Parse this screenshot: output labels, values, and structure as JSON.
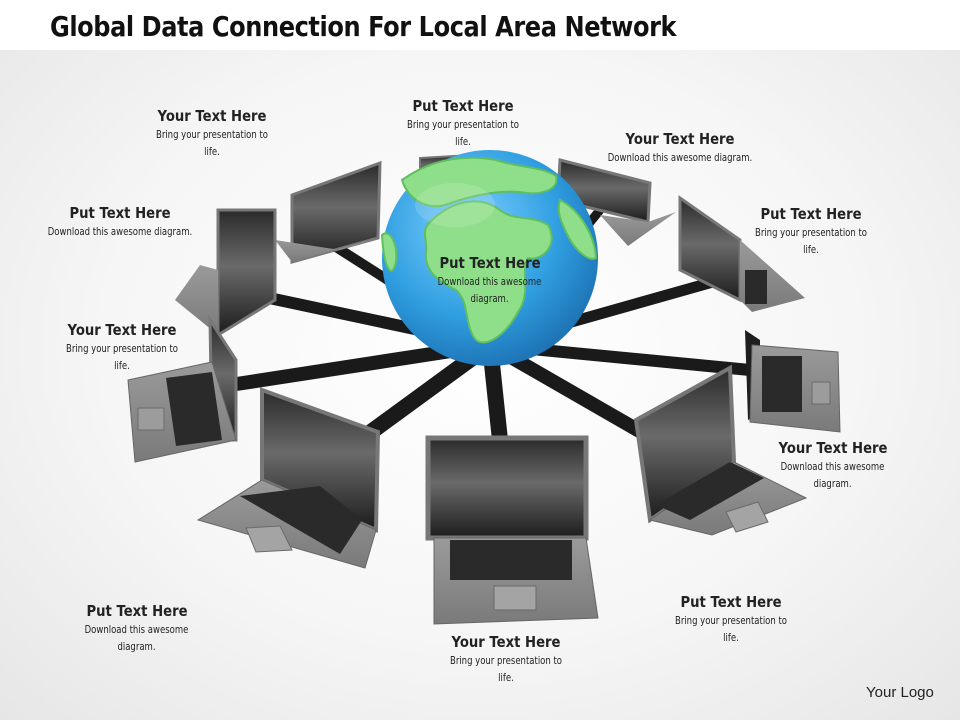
{
  "title": "Global Data Connection For Local Area Network",
  "logo": "Your Logo",
  "colors": {
    "globe_ocean": "#3aa3e0",
    "globe_land": "#8fdf8a",
    "laptop": "#8f8f8f",
    "cable": "#1a1a1a"
  },
  "labels": [
    {
      "heading": "Your Text Here",
      "body": "Bring your presentation  to life."
    },
    {
      "heading": "Put Text Here",
      "body": "Bring your presentation  to life."
    },
    {
      "heading": "Your Text Here",
      "body": "Download this awesome diagram."
    },
    {
      "heading": "Put Text Here",
      "body": "Download this awesome diagram."
    },
    {
      "heading": "Put Text Here",
      "body": "Bring your presentation  to life."
    },
    {
      "heading": "Put Text Here",
      "body": "Download this awesome diagram."
    },
    {
      "heading": "Your Text Here",
      "body": "Bring your presentation  to life."
    },
    {
      "heading": "Your Text Here",
      "body": "Download this awesome diagram."
    },
    {
      "heading": "Put Text Here",
      "body": "Download this awesome diagram."
    },
    {
      "heading": "Put Text Here",
      "body": "Bring your presentation  to life."
    },
    {
      "heading": "Your Text Here",
      "body": "Bring your presentation  to life."
    }
  ]
}
